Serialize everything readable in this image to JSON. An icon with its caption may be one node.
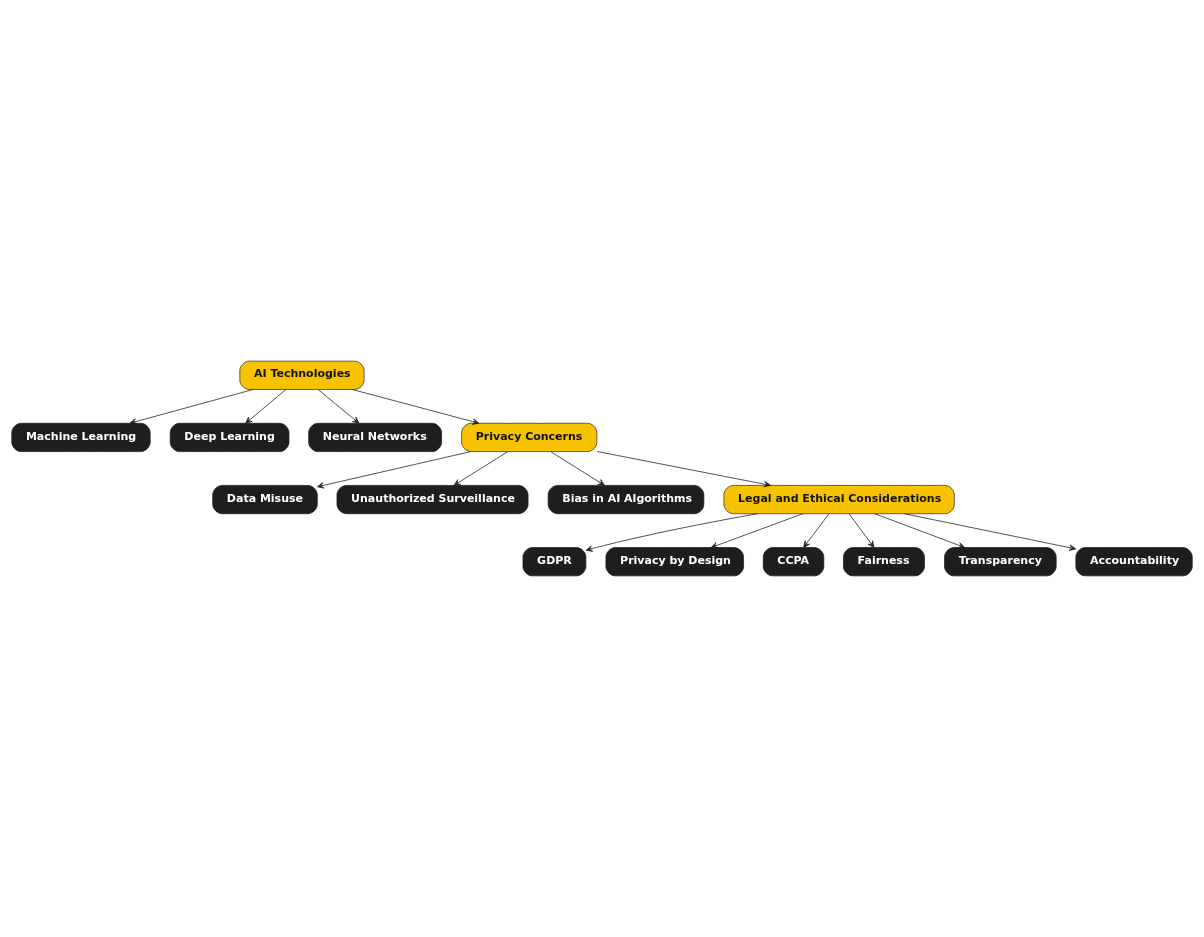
{
  "diagram": {
    "nodes": [
      {
        "text": [
          "AI Technologies"
        ]
      },
      {
        "text": [
          "Machine Learning"
        ]
      },
      {
        "text": [
          "Deep Learning"
        ]
      },
      {
        "text": [
          "Neural Networks"
        ]
      },
      {
        "text": [
          "Privacy Concerns"
        ]
      },
      {
        "text": [
          "Data Misuse"
        ]
      },
      {
        "text": [
          "Unauthorized Surveillance"
        ]
      },
      {
        "text": [
          "Bias in AI Algorithms"
        ]
      },
      {
        "text": [
          "Legal and Ethical Considerations"
        ]
      },
      {
        "text": [
          "GDPR"
        ]
      },
      {
        "text": [
          "Privacy by Design"
        ]
      },
      {
        "text": [
          "CCPA"
        ]
      },
      {
        "text": [
          "Fairness"
        ]
      },
      {
        "text": [
          "Transparency"
        ]
      },
      {
        "text": [
          "Accountability"
        ]
      }
    ],
    "edges": [
      {
        "from": 0,
        "to": 1,
        "arrow": "to"
      },
      {
        "from": 0,
        "to": 2,
        "arrow": "to"
      },
      {
        "from": 0,
        "to": 3,
        "arrow": "to"
      },
      {
        "from": 0,
        "to": 4,
        "arrow": "to"
      },
      {
        "from": 4,
        "to": 5,
        "arrow": "to"
      },
      {
        "from": 4,
        "to": 6,
        "arrow": "to"
      },
      {
        "from": 4,
        "to": 7,
        "arrow": "to"
      },
      {
        "from": 4,
        "to": 8,
        "arrow": "to"
      },
      {
        "from": 8,
        "to": 9,
        "arrow": "to"
      },
      {
        "from": 8,
        "to": 10,
        "arrow": "to"
      },
      {
        "from": 8,
        "to": 11,
        "arrow": "to"
      },
      {
        "from": 8,
        "to": 12,
        "arrow": "to"
      },
      {
        "from": 8,
        "to": 13,
        "arrow": "to"
      },
      {
        "from": 8,
        "to": 14,
        "arrow": "to"
      }
    ]
  }
}
